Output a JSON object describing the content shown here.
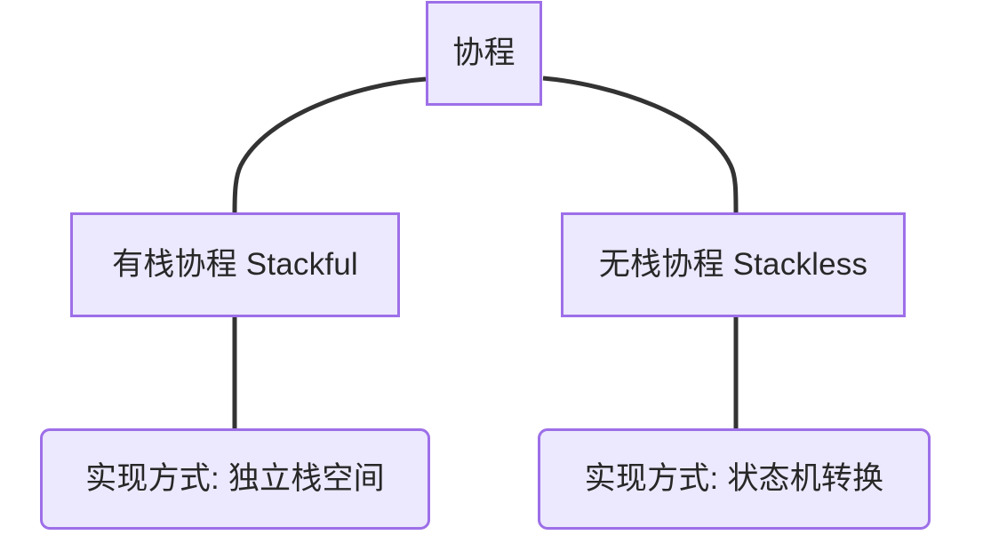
{
  "diagram": {
    "type": "tree-flowchart",
    "orientation": "top-down",
    "title_node": "协程",
    "colors": {
      "node_fill": "#ECE8FD",
      "node_border": "#9D6FE8",
      "node_text": "#272727",
      "edge_stroke": "#333333",
      "background": "#FFFFFF"
    },
    "nodes": {
      "root": {
        "id": "coroutine-root",
        "label": "协程",
        "shape": "rectangle"
      },
      "mid_left": {
        "id": "stackful",
        "label": "有栈协程 Stackful",
        "shape": "rectangle"
      },
      "mid_right": {
        "id": "stackless",
        "label": "无栈协程 Stackless",
        "shape": "rectangle"
      },
      "leaf_left": {
        "id": "stackful-impl",
        "label": "实现方式: 独立栈空间",
        "shape": "rounded-rectangle"
      },
      "leaf_right": {
        "id": "stackless-impl",
        "label": "实现方式: 状态机转换",
        "shape": "rounded-rectangle"
      }
    },
    "edges": [
      {
        "id": "edge-root-stackful",
        "from": "协程",
        "to": "有栈协程 Stackful",
        "style": "curved"
      },
      {
        "id": "edge-root-stackless",
        "from": "协程",
        "to": "无栈协程 Stackless",
        "style": "curved"
      },
      {
        "id": "edge-stackful-impl",
        "from": "有栈协程 Stackful",
        "to": "实现方式: 独立栈空间",
        "style": "straight"
      },
      {
        "id": "edge-stackless-impl",
        "from": "无栈协程 Stackless",
        "to": "实现方式: 状态机转换",
        "style": "straight"
      }
    ]
  }
}
